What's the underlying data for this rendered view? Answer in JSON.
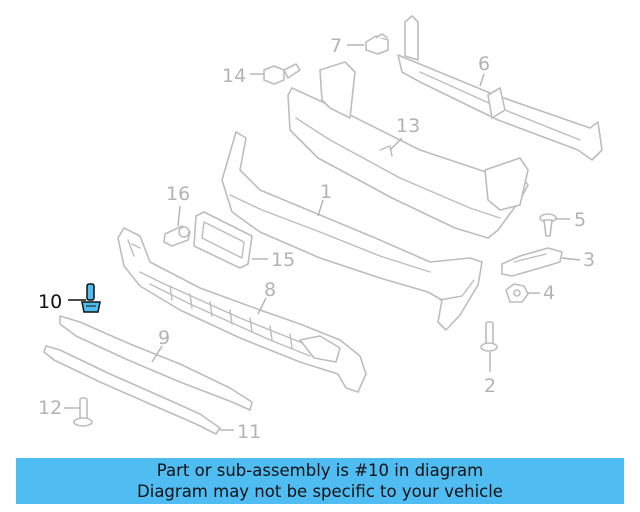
{
  "diagram": {
    "callouts": [
      {
        "id": "1",
        "label": "1"
      },
      {
        "id": "2",
        "label": "2"
      },
      {
        "id": "3",
        "label": "3"
      },
      {
        "id": "4",
        "label": "4"
      },
      {
        "id": "5",
        "label": "5"
      },
      {
        "id": "6",
        "label": "6"
      },
      {
        "id": "7",
        "label": "7"
      },
      {
        "id": "8",
        "label": "8"
      },
      {
        "id": "9",
        "label": "9"
      },
      {
        "id": "10",
        "label": "10"
      },
      {
        "id": "11",
        "label": "11"
      },
      {
        "id": "12",
        "label": "12"
      },
      {
        "id": "13",
        "label": "13"
      },
      {
        "id": "14",
        "label": "14"
      },
      {
        "id": "15",
        "label": "15"
      },
      {
        "id": "16",
        "label": "16"
      }
    ],
    "highlighted_part": "10",
    "colors": {
      "highlight_fill": "#4fbcf2",
      "part_stroke": "#bdbdbd",
      "label_gray": "#b3b3b3",
      "label_highlight": "#111111"
    }
  },
  "banner": {
    "line1": "Part or sub-assembly is #10 in diagram",
    "line2": "Diagram may not be specific to your vehicle",
    "background": "#4fbcf2"
  }
}
